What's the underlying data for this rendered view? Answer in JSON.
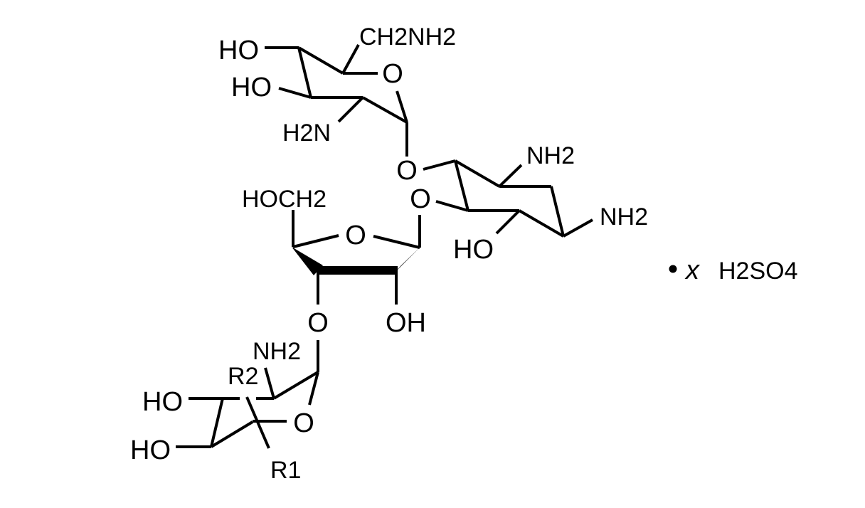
{
  "structure": {
    "ring_a": {
      "hydroxyl_top": "HO",
      "aminomethyl": "CH2NH2",
      "ring_oxygen": "O",
      "hydroxyl_mid": "HO",
      "amine": "H2N"
    },
    "linkers": {
      "glycosidic_oxygen_1": "O",
      "glycosidic_oxygen_2": "O",
      "glycosidic_oxygen_3": "O"
    },
    "ring_b": {
      "amine_top": "NH2",
      "amine_right": "NH2",
      "hydroxyl": "HO"
    },
    "ring_c": {
      "hydroxymethyl": "HOCH2",
      "ring_oxygen": "O",
      "hydroxyl": "OH"
    },
    "ring_d": {
      "amine": "NH2",
      "substituent_r2": "R2",
      "hydroxyl_top": "HO",
      "ring_oxygen": "O",
      "hydroxyl_bottom": "HO",
      "substituent_r1": "R1"
    },
    "salt": {
      "multiplier": "x",
      "acid": "H2SO4"
    }
  }
}
